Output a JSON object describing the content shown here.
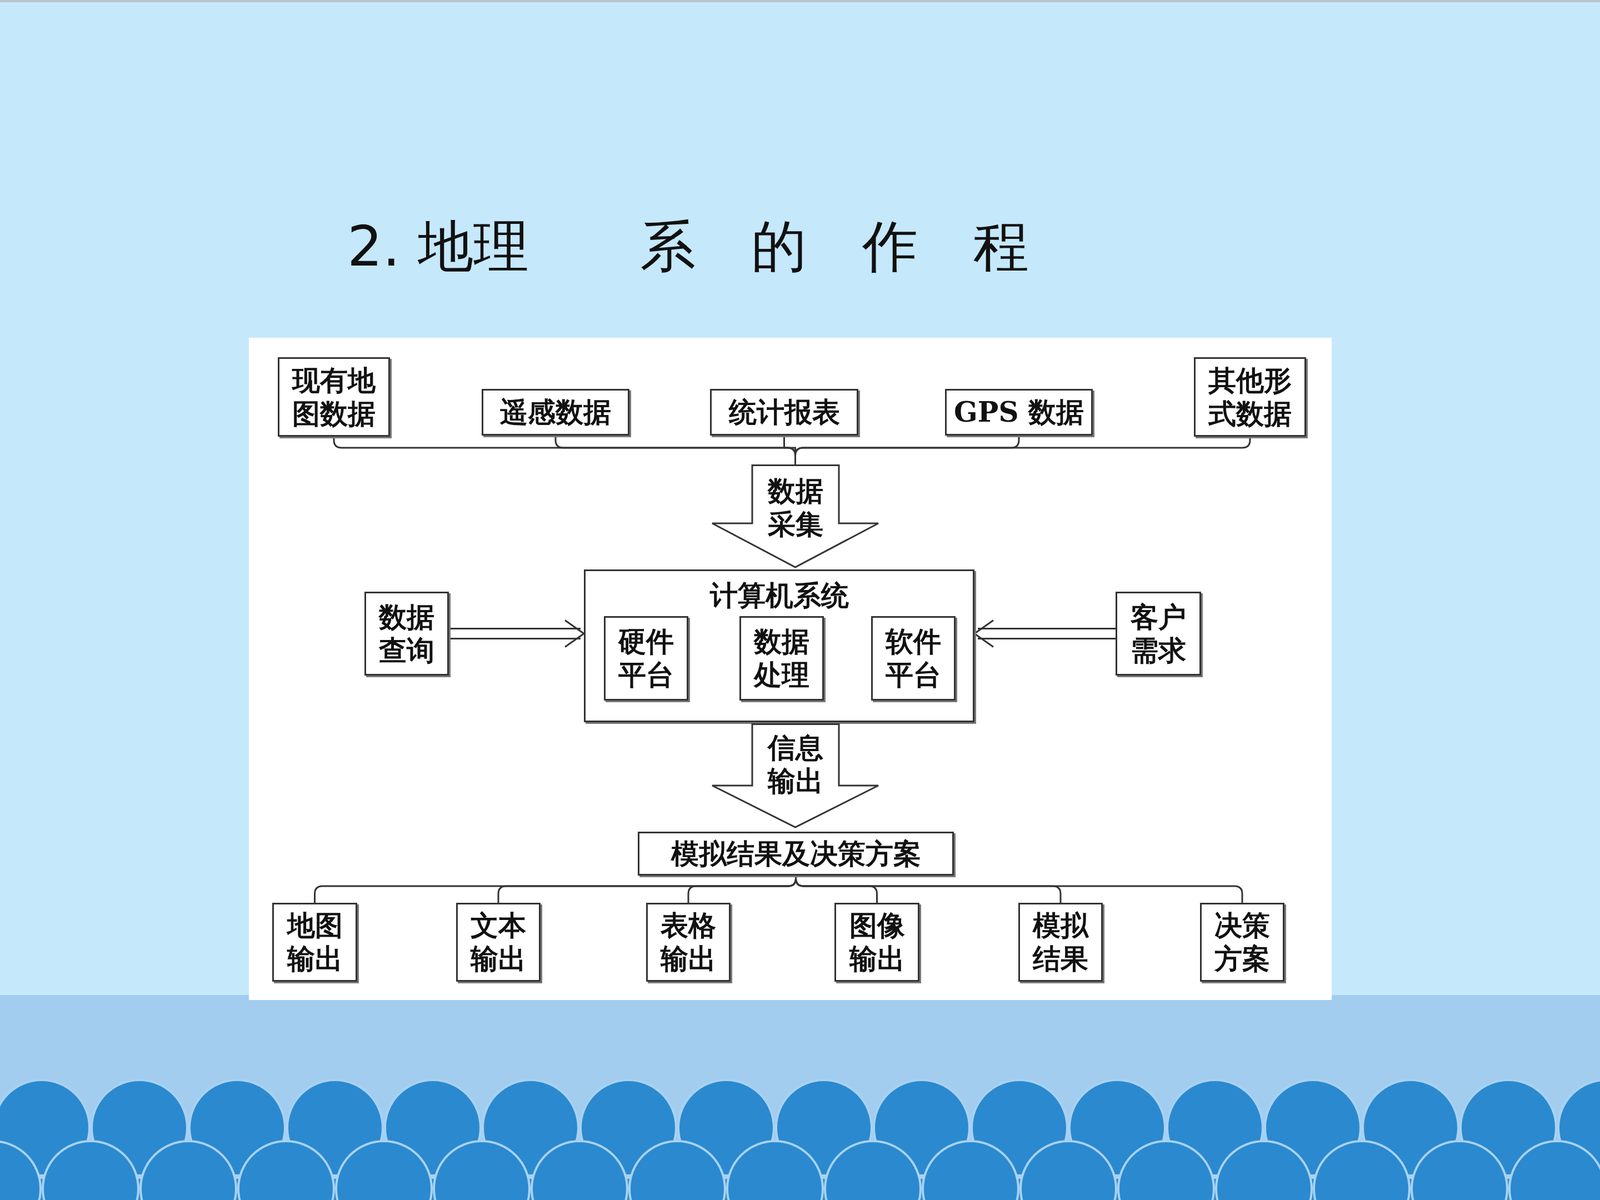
{
  "diagram": {
    "title": "2. 地理　　系　的　作　程",
    "nodes": [
      {
        "text": [
          "现有地图数据"
        ]
      },
      {
        "text": [
          "遥感数据"
        ]
      },
      {
        "text": [
          "统计报表"
        ]
      },
      {
        "text": [
          "GPS 数据"
        ]
      },
      {
        "text": [
          "其他形式数据"
        ]
      },
      {
        "text": [
          "数据采集"
        ]
      },
      {
        "text": [
          "计算机系统"
        ]
      },
      {
        "text": [
          "硬件平台"
        ],
        "in": 6
      },
      {
        "text": [
          "数据处理"
        ],
        "in": 6
      },
      {
        "text": [
          "软件平台"
        ],
        "in": 6
      },
      {
        "text": [
          "数据查询"
        ]
      },
      {
        "text": [
          "客户需求"
        ]
      },
      {
        "text": [
          "信息输出"
        ]
      },
      {
        "text": [
          "模拟结果及决策方案"
        ]
      },
      {
        "text": [
          "地图输出"
        ]
      },
      {
        "text": [
          "文本输出"
        ]
      },
      {
        "text": [
          "表格输出"
        ]
      },
      {
        "text": [
          "图像输出"
        ]
      },
      {
        "text": [
          "模拟结果"
        ]
      },
      {
        "text": [
          "决策方案"
        ]
      }
    ],
    "edges": [
      {
        "from": 0,
        "to": 5,
        "arrow": "none"
      },
      {
        "from": 1,
        "to": 5,
        "arrow": "none"
      },
      {
        "from": 2,
        "to": 5,
        "arrow": "none"
      },
      {
        "from": 3,
        "to": 5,
        "arrow": "none"
      },
      {
        "from": 4,
        "to": 5,
        "arrow": "none"
      },
      {
        "from": 10,
        "to": 6,
        "arrow": "to"
      },
      {
        "from": 11,
        "to": 6,
        "arrow": "to"
      },
      {
        "from": 13,
        "to": 14,
        "arrow": "none"
      },
      {
        "from": 13,
        "to": 15,
        "arrow": "none"
      },
      {
        "from": 13,
        "to": 16,
        "arrow": "none"
      },
      {
        "from": 13,
        "to": 17,
        "arrow": "none"
      },
      {
        "from": 13,
        "to": 18,
        "arrow": "none"
      },
      {
        "from": 13,
        "to": 19,
        "arrow": "none"
      }
    ]
  }
}
